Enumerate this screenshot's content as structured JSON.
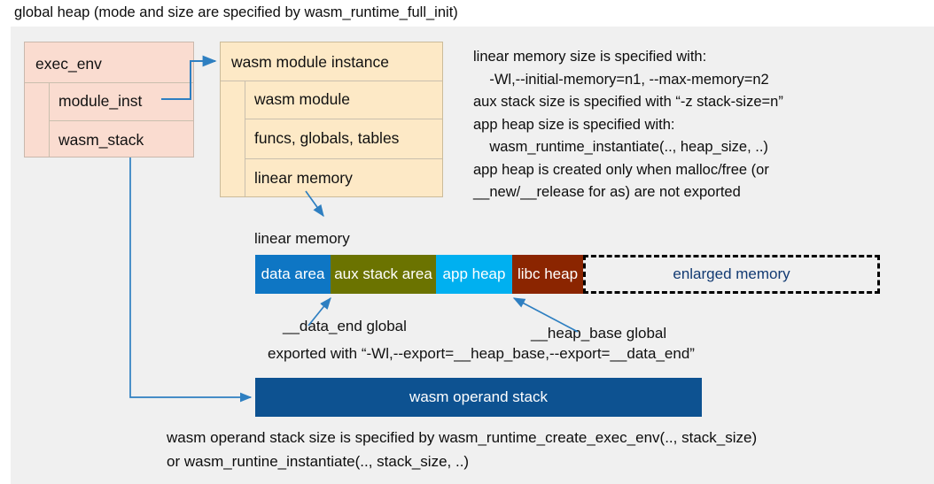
{
  "title": "global heap (mode and size are specified by wasm_runtime_full_init)",
  "colors": {
    "panel_bg": "#f0f0f0",
    "exec_env_fill": "#fadcd0",
    "module_fill": "#fde9c6",
    "data_area": "#0e76c4",
    "aux_stack_area": "#6b7300",
    "app_heap": "#00b0f0",
    "libc_heap": "#8b2500",
    "enlarged_memory_text": "#123a72",
    "operand_stack": "#0d5291",
    "connector": "#2e7fc1"
  },
  "exec_env": {
    "header": "exec_env",
    "fields": [
      "module_inst",
      "wasm_stack"
    ]
  },
  "module_instance": {
    "header": "wasm module instance",
    "fields": [
      "wasm module",
      "funcs, globals, tables",
      "linear memory"
    ]
  },
  "notes": {
    "lines": [
      "linear memory size is specified with:",
      "    -Wl,--initial-memory=n1, --max-memory=n2",
      "aux stack size is specified with “-z stack-size=n”",
      "app heap size is specified with:",
      "    wasm_runtime_instantiate(.., heap_size, ..)",
      "app heap is created only when malloc/free (or",
      "__new/__release for as) are not exported"
    ]
  },
  "linear_memory": {
    "label": "linear memory",
    "segments": [
      {
        "label": "data area",
        "color": "#0e76c4",
        "dashed": false
      },
      {
        "label": "aux stack area",
        "color": "#6b7300",
        "dashed": false
      },
      {
        "label": "app heap",
        "color": "#00b0f0",
        "dashed": false
      },
      {
        "label": "libc heap",
        "color": "#8b2500",
        "dashed": false
      },
      {
        "label": "enlarged memory",
        "color": "#f0f0f0",
        "dashed": true
      }
    ]
  },
  "annotations": {
    "data_end": "__data_end global",
    "heap_base": "__heap_base global",
    "exported_with": "exported with “-Wl,--export=__heap_base,--export=__data_end”"
  },
  "operand_stack": {
    "label": "wasm operand stack"
  },
  "bottom_notes": {
    "lines": [
      "wasm operand stack size is specified by wasm_runtime_create_exec_env(.., stack_size)",
      "or wasm_runtine_instantiate(.., stack_size, ..)"
    ]
  }
}
